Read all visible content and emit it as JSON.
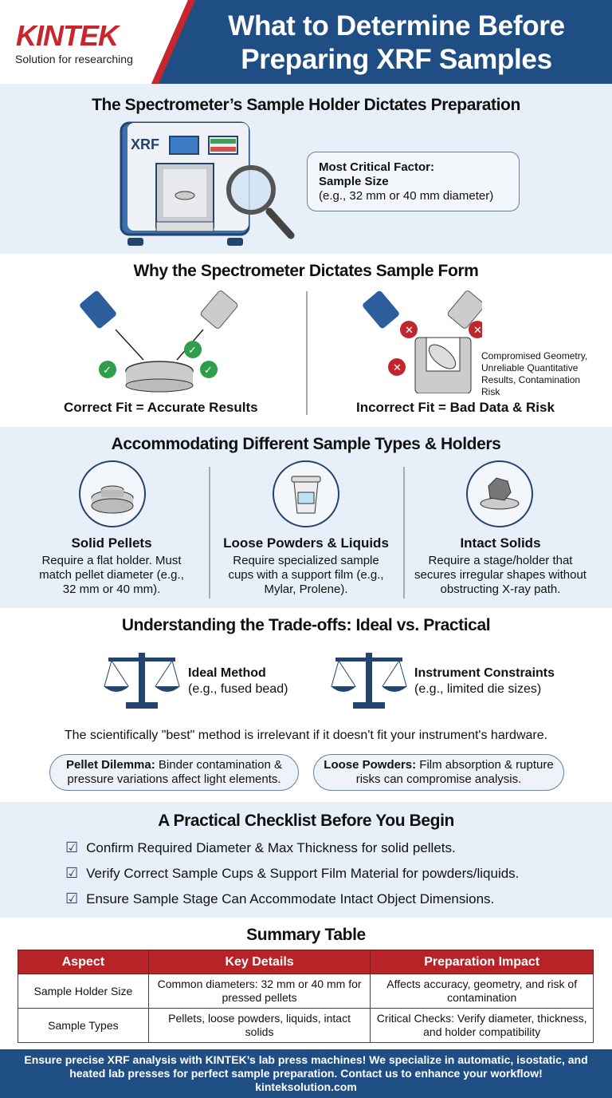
{
  "header": {
    "logo": "KINTEK",
    "tagline": "Solution for researching",
    "title_line1": "What to Determine Before",
    "title_line2": "Preparing XRF Samples"
  },
  "section1": {
    "title": "The Spectrometer’s Sample Holder Dictates Preparation",
    "machine_label": "XRF",
    "callout_line1": "Most Critical Factor:",
    "callout_line2": "Sample Size",
    "callout_line3": "(e.g., 32 mm or 40 mm diameter)"
  },
  "section2": {
    "title": "Why the Spectrometer Dictates Sample Form",
    "correct_caption": "Correct Fit = Accurate Results",
    "incorrect_caption": "Incorrect Fit = Bad Data & Risk",
    "incorrect_note": "Compromised Geometry, Unreliable Quantitative Results, Contamination Risk"
  },
  "section3": {
    "title": "Accommodating Different Sample Types & Holders",
    "columns": [
      {
        "title": "Solid Pellets",
        "desc": "Require a flat holder. Must match pellet diameter (e.g., 32 mm or 40 mm)."
      },
      {
        "title": "Loose Powders & Liquids",
        "desc": "Require specialized sample cups with a support film (e.g., Mylar, Prolene)."
      },
      {
        "title": "Intact Solids",
        "desc": "Require a stage/holder that secures irregular shapes without obstructing X-ray path."
      }
    ]
  },
  "section4": {
    "title": "Understanding the Trade-offs: Ideal vs. Practical",
    "ideal_title": "Ideal Method",
    "ideal_sub": "(e.g., fused bead)",
    "constraint_title": "Instrument Constraints",
    "constraint_sub": "(e.g., limited die sizes)",
    "statement": "The scientifically \"best\" method is irrelevant if it doesn't fit your instrument's hardware.",
    "pill1_label": "Pellet Dilemma:",
    "pill1_text": " Binder contamination & pressure variations affect light elements.",
    "pill2_label": "Loose Powders:",
    "pill2_text": " Film absorption & rupture risks can compromise analysis."
  },
  "section5": {
    "title": "A Practical Checklist Before You Begin",
    "items": [
      "Confirm Required Diameter & Max Thickness for solid pellets.",
      "Verify Correct Sample Cups & Support Film Material for powders/liquids.",
      "Ensure Sample Stage Can Accommodate Intact Object Dimensions."
    ]
  },
  "summary": {
    "title": "Summary Table",
    "headers": [
      "Aspect",
      "Key Details",
      "Preparation Impact"
    ],
    "rows": [
      [
        "Sample Holder Size",
        "Common diameters: 32 mm or 40 mm for pressed pellets",
        "Affects accuracy, geometry, and risk of contamination"
      ],
      [
        "Sample Types",
        "Pellets, loose powders, liquids, intact solids",
        "Critical Checks: Verify diameter, thickness, and holder compatibility"
      ]
    ]
  },
  "footer": {
    "text": "Ensure precise XRF analysis with KINTEK’s lab press machines! We specialize in automatic, isostatic, and heated lab presses for perfect sample preparation. Contact us to enhance your workflow!",
    "url": "kinteksolution.com"
  },
  "colors": {
    "brand_blue": "#1f4e85",
    "brand_red": "#c9252c",
    "light_bg": "#e7eff8",
    "check_green": "#2e9e4a",
    "cross_red": "#c0272d"
  }
}
